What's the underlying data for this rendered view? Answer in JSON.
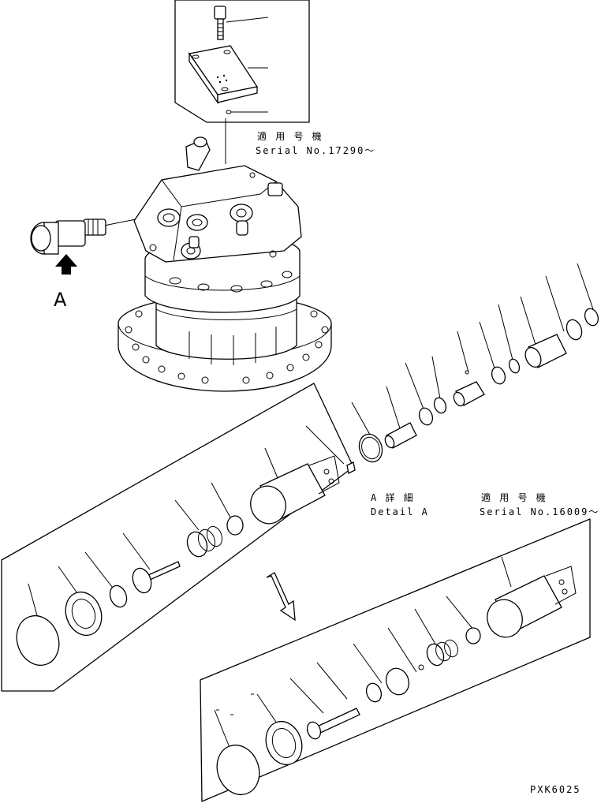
{
  "detail_ref": "A",
  "inset_top": {
    "jp": "適 用 号 機",
    "serial": "Serial No.17290～"
  },
  "detail_a": {
    "jp": "A 詳 細",
    "en": "Detail A"
  },
  "inset_bottom": {
    "jp": "適 用 号 機",
    "serial": "Serial No.16009～"
  },
  "drawing_code": "PXK6025"
}
